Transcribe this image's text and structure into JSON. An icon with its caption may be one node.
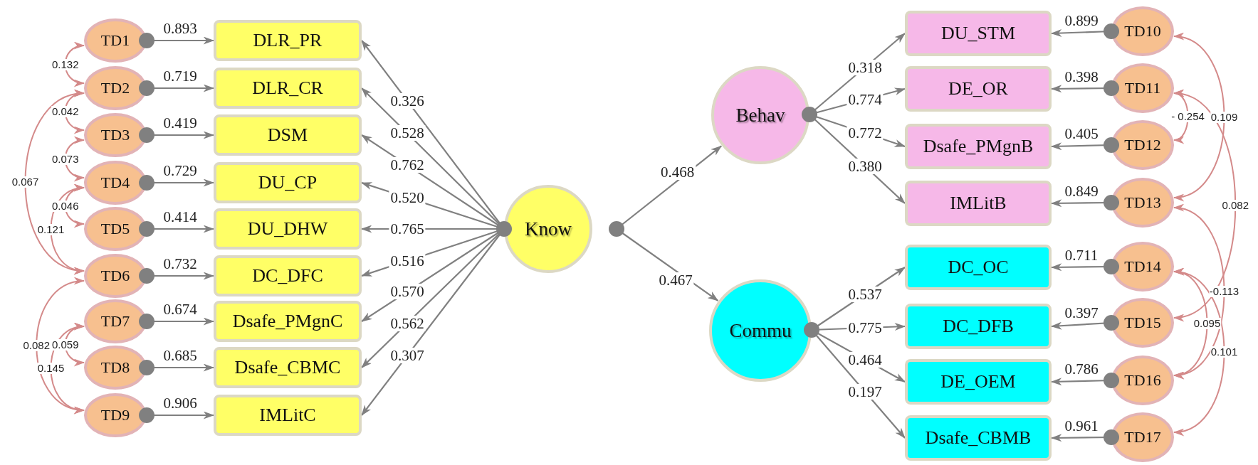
{
  "diagram": {
    "nodes": [
      {
        "text": [
          "TD1"
        ]
      },
      {
        "text": [
          "TD2"
        ]
      },
      {
        "text": [
          "TD3"
        ]
      },
      {
        "text": [
          "TD4"
        ]
      },
      {
        "text": [
          "TD5"
        ]
      },
      {
        "text": [
          "TD6"
        ]
      },
      {
        "text": [
          "TD7"
        ]
      },
      {
        "text": [
          "TD8"
        ]
      },
      {
        "text": [
          "TD9"
        ]
      },
      {
        "text": [
          "DLR_PR"
        ]
      },
      {
        "text": [
          "DLR_CR"
        ]
      },
      {
        "text": [
          "DSM"
        ]
      },
      {
        "text": [
          "DU_CP"
        ]
      },
      {
        "text": [
          "DU_DHW"
        ]
      },
      {
        "text": [
          "DC_DFC"
        ]
      },
      {
        "text": [
          "Dsafe_PMgnC"
        ]
      },
      {
        "text": [
          "Dsafe_CBMC"
        ]
      },
      {
        "text": [
          "IMLitC"
        ]
      },
      {
        "text": [
          "Know"
        ]
      },
      {
        "text": [
          "Behav"
        ]
      },
      {
        "text": [
          "Commu"
        ]
      },
      {
        "text": [
          "DU_STM"
        ]
      },
      {
        "text": [
          "DE_OR"
        ]
      },
      {
        "text": [
          "Dsafe_PMgnB"
        ]
      },
      {
        "text": [
          "IMLitB"
        ]
      },
      {
        "text": [
          "DC_OC"
        ]
      },
      {
        "text": [
          "DC_DFB"
        ]
      },
      {
        "text": [
          "DE_OEM"
        ]
      },
      {
        "text": [
          "Dsafe_CBMB"
        ]
      },
      {
        "text": [
          "TD10"
        ]
      },
      {
        "text": [
          "TD11"
        ]
      },
      {
        "text": [
          "TD12"
        ]
      },
      {
        "text": [
          "TD13"
        ]
      },
      {
        "text": [
          "TD14"
        ]
      },
      {
        "text": [
          "TD15"
        ]
      },
      {
        "text": [
          "TD16"
        ]
      },
      {
        "text": [
          "TD17"
        ]
      }
    ],
    "edges": [
      {
        "from": 0,
        "to": 9,
        "arrow": "to",
        "label": "0.893"
      },
      {
        "from": 1,
        "to": 10,
        "arrow": "to",
        "label": "0.719"
      },
      {
        "from": 2,
        "to": 11,
        "arrow": "to",
        "label": "0.419"
      },
      {
        "from": 3,
        "to": 12,
        "arrow": "to",
        "label": "0.729"
      },
      {
        "from": 4,
        "to": 13,
        "arrow": "to",
        "label": "0.414"
      },
      {
        "from": 5,
        "to": 14,
        "arrow": "to",
        "label": "0.732"
      },
      {
        "from": 6,
        "to": 15,
        "arrow": "to",
        "label": "0.674"
      },
      {
        "from": 7,
        "to": 16,
        "arrow": "to",
        "label": "0.685"
      },
      {
        "from": 8,
        "to": 17,
        "arrow": "to",
        "label": "0.906"
      },
      {
        "from": 18,
        "to": 9,
        "arrow": "to",
        "label": "0.326"
      },
      {
        "from": 18,
        "to": 10,
        "arrow": "to",
        "label": "0.528"
      },
      {
        "from": 18,
        "to": 11,
        "arrow": "to",
        "label": "0.762"
      },
      {
        "from": 18,
        "to": 12,
        "arrow": "to",
        "label": "0.520"
      },
      {
        "from": 18,
        "to": 13,
        "arrow": "to",
        "label": "0.765"
      },
      {
        "from": 18,
        "to": 14,
        "arrow": "to",
        "label": "0.516"
      },
      {
        "from": 18,
        "to": 15,
        "arrow": "to",
        "label": "0.570"
      },
      {
        "from": 18,
        "to": 16,
        "arrow": "to",
        "label": "0.562"
      },
      {
        "from": 18,
        "to": 17,
        "arrow": "to",
        "label": "0.307"
      },
      {
        "from": 18,
        "to": 19,
        "arrow": "to",
        "label": "0.468"
      },
      {
        "from": 18,
        "to": 20,
        "arrow": "to",
        "label": "0.467"
      },
      {
        "from": 19,
        "to": 21,
        "arrow": "to",
        "label": "0.318"
      },
      {
        "from": 19,
        "to": 22,
        "arrow": "to",
        "label": "0.774"
      },
      {
        "from": 19,
        "to": 23,
        "arrow": "to",
        "label": "0.772"
      },
      {
        "from": 19,
        "to": 24,
        "arrow": "to",
        "label": "0.380"
      },
      {
        "from": 20,
        "to": 25,
        "arrow": "to",
        "label": "0.537"
      },
      {
        "from": 20,
        "to": 26,
        "arrow": "to",
        "label": "0.775"
      },
      {
        "from": 20,
        "to": 27,
        "arrow": "to",
        "label": "0.464"
      },
      {
        "from": 20,
        "to": 28,
        "arrow": "to",
        "label": "0.197"
      },
      {
        "from": 29,
        "to": 21,
        "arrow": "to",
        "label": "0.899"
      },
      {
        "from": 30,
        "to": 22,
        "arrow": "to",
        "label": "0.398"
      },
      {
        "from": 31,
        "to": 23,
        "arrow": "to",
        "label": "0.405"
      },
      {
        "from": 32,
        "to": 24,
        "arrow": "to",
        "label": "0.849"
      },
      {
        "from": 33,
        "to": 25,
        "arrow": "to",
        "label": "0.711"
      },
      {
        "from": 34,
        "to": 26,
        "arrow": "to",
        "label": "0.397"
      },
      {
        "from": 35,
        "to": 27,
        "arrow": "to",
        "label": "0.786"
      },
      {
        "from": 36,
        "to": 28,
        "arrow": "to",
        "label": "0.961"
      },
      {
        "from": 0,
        "to": 1,
        "arrow": "both",
        "label": "0.132",
        "color": "#d48a8a"
      },
      {
        "from": 1,
        "to": 2,
        "arrow": "both",
        "label": "0.042",
        "color": "#d48a8a"
      },
      {
        "from": 2,
        "to": 3,
        "arrow": "both",
        "label": "0.073",
        "color": "#d48a8a"
      },
      {
        "from": 1,
        "to": 5,
        "arrow": "both",
        "label": "0.067",
        "color": "#d48a8a"
      },
      {
        "from": 3,
        "to": 4,
        "arrow": "both",
        "label": "0.046",
        "color": "#d48a8a"
      },
      {
        "from": 3,
        "to": 5,
        "arrow": "both",
        "label": "0.121",
        "color": "#d48a8a"
      },
      {
        "from": 5,
        "to": 8,
        "arrow": "both",
        "label": "0.082",
        "color": "#d48a8a"
      },
      {
        "from": 6,
        "to": 7,
        "arrow": "both",
        "label": "0.059",
        "color": "#d48a8a"
      },
      {
        "from": 6,
        "to": 8,
        "arrow": "both",
        "label": "0.145",
        "color": "#d48a8a"
      },
      {
        "from": 29,
        "to": 32,
        "arrow": "both",
        "label": "0.109",
        "color": "#d48a8a"
      },
      {
        "from": 30,
        "to": 31,
        "arrow": "both",
        "label": "- 0.254",
        "color": "#d48a8a"
      },
      {
        "from": 30,
        "to": 34,
        "arrow": "both",
        "label": "0.082",
        "color": "#d48a8a"
      },
      {
        "from": 32,
        "to": 35,
        "arrow": "both",
        "label": "-0.113",
        "color": "#d48a8a"
      },
      {
        "from": 33,
        "to": 35,
        "arrow": "both",
        "label": "0.095",
        "color": "#d48a8a"
      },
      {
        "from": 33,
        "to": 36,
        "arrow": "both",
        "label": "0.101",
        "color": "#d48a8a"
      }
    ]
  }
}
